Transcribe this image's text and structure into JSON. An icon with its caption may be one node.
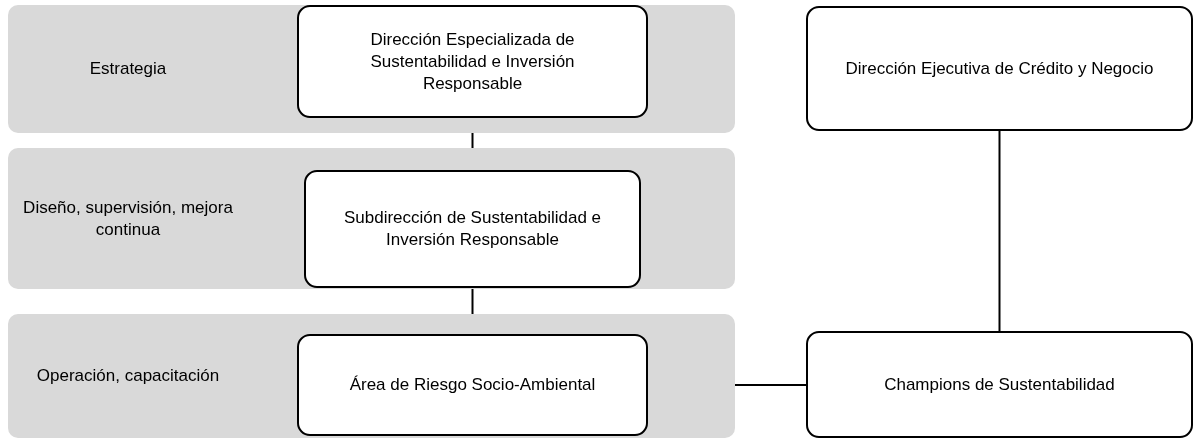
{
  "diagram": {
    "nodes": [
      {
        "text": [
          "Estrategia"
        ]
      },
      {
        "text": [
          "Dirección Especializada de Sustentabilidad e Inversión Responsable"
        ],
        "in": 0
      },
      {
        "text": [
          "Diseño, supervisión, mejora continua"
        ]
      },
      {
        "text": [
          "Subdirección de Sustentabilidad e Inversión Responsable"
        ],
        "in": 2
      },
      {
        "text": [
          "Operación, capacitación"
        ]
      },
      {
        "text": [
          "Área de Riesgo Socio-Ambiental"
        ],
        "in": 4
      },
      {
        "text": [
          "Dirección Ejecutiva de Crédito y Negocio"
        ]
      },
      {
        "text": [
          "Champions de Sustentabilidad"
        ]
      }
    ],
    "edges": [
      {
        "from": 1,
        "to": 3,
        "arrow": "none"
      },
      {
        "from": 3,
        "to": 5,
        "arrow": "none"
      },
      {
        "from": 5,
        "to": 7,
        "arrow": "none"
      },
      {
        "from": 6,
        "to": 7,
        "arrow": "none"
      }
    ]
  }
}
